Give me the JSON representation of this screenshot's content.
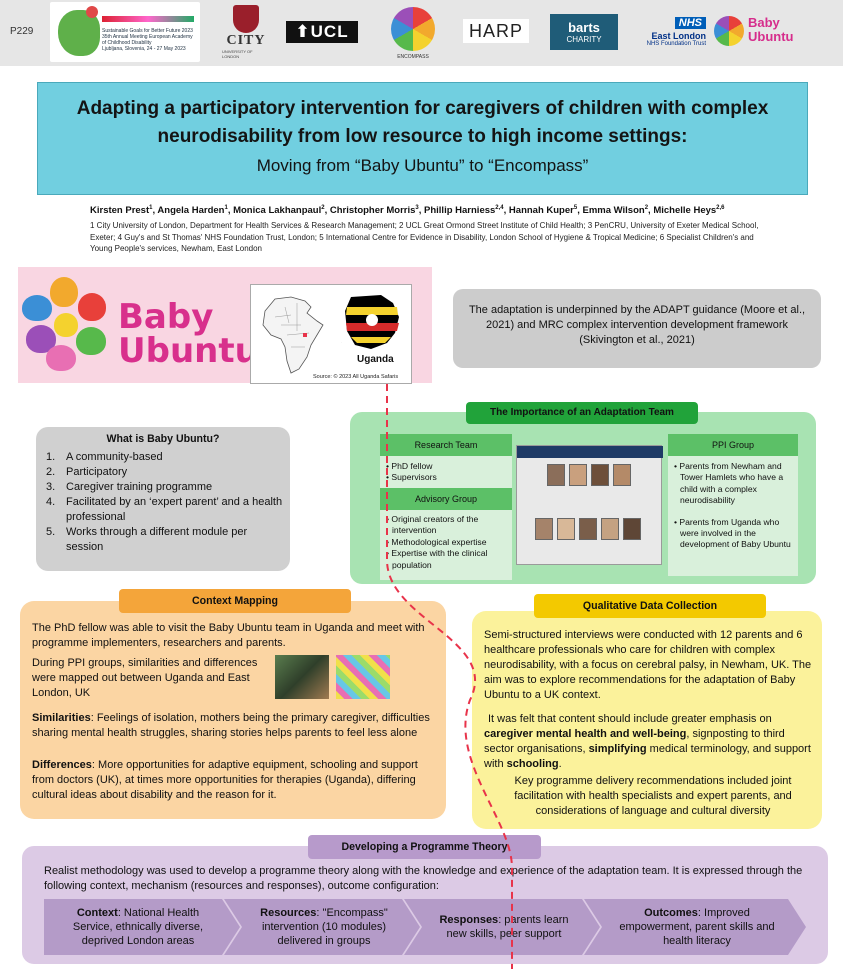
{
  "poster_id": "P229",
  "logos": {
    "eacd": {
      "title": "Sustainable Goals for Better Future",
      "year": "2023",
      "subtitle": "35th Annual Meeting European Academy of Childhood Disability",
      "place": "Ljubljana, Slovenia, 24 - 27 May 2023"
    },
    "city": {
      "name": "CITY",
      "sub": "UNIVERSITY OF LONDON"
    },
    "ucl": "⬆UCL",
    "encompass": "ENCOMPASS",
    "harp": "HARP",
    "barts": {
      "name": "barts",
      "sub": "CHARITY"
    },
    "nhs": {
      "badge": "NHS",
      "line1": "East London",
      "line2": "NHS Foundation Trust"
    },
    "baby_ubuntu": "Baby Ubuntu"
  },
  "title": {
    "main": "Adapting a participatory intervention for caregivers of children with complex neurodisability from low resource to high income settings:",
    "sub": "Moving from “Baby Ubuntu” to “Encompass”"
  },
  "authors": [
    {
      "name": "Kirsten Prest",
      "sup": "1"
    },
    {
      "name": "Angela Harden",
      "sup": "1"
    },
    {
      "name": "Monica Lakhanpaul",
      "sup": "2"
    },
    {
      "name": "Christopher Morris",
      "sup": "3"
    },
    {
      "name": "Phillip Harniess",
      "sup": "2,4"
    },
    {
      "name": "Hannah Kuper",
      "sup": "5"
    },
    {
      "name": "Emma Wilson",
      "sup": "2"
    },
    {
      "name": "Michelle Heys",
      "sup": "2,6"
    }
  ],
  "affiliations": "1 City University of London, Department for Health Services & Research Management; 2 UCL Great Ormond Street Institute of Child Health; 3 PenCRU, University of Exeter Medical School, Exeter; 4 Guy's and St Thomas' NHS Foundation Trust, London; 5 International Centre for Evidence in Disability, London School of Hygiene & Tropical Medicine; 6 Specialist Children's and Young People's services, Newham, East London",
  "banner": {
    "word_line1": "Baby",
    "word_line2": "Ubuntu",
    "map_label": "Uganda",
    "map_source": "Source: © 2023 All Uganda Safaris"
  },
  "adapt_text": "The adaptation is underpinned by the ADAPT guidance (Moore et al., 2021) and MRC complex intervention development framework (Skivington et al., 2021)",
  "what": {
    "title": "What is Baby Ubuntu?",
    "items": [
      "A community-based",
      "Participatory",
      "Caregiver training programme",
      "Facilitated by an ‘expert parent’ and a health professional",
      "Works through a different module per session"
    ]
  },
  "team": {
    "title": "The Importance of an Adaptation Team",
    "research_head": "Research Team",
    "research_items": [
      "PhD fellow",
      "Supervisors"
    ],
    "advisory_head": "Advisory Group",
    "advisory_items": [
      "Original creators of the intervention",
      "Methodological expertise",
      "Expertise with the clinical population"
    ],
    "ppi_head": "PPI Group",
    "ppi_items": [
      "Parents from Newham and Tower Hamlets who have a child with a complex neurodisability",
      "Parents from Uganda who were involved in the development of Baby Ubuntu"
    ]
  },
  "context": {
    "title": "Context Mapping",
    "p1": "The PhD fellow was able to visit the Baby Ubuntu team in Uganda and meet with programme implementers, researchers and parents.",
    "p2": "During PPI groups, similarities and differences were mapped out between Uganda and East London, UK",
    "sim_label": "Similarities",
    "sim_text": ": Feelings of isolation, mothers being the primary caregiver, difficulties sharing mental health struggles, sharing stories helps parents to feel less alone",
    "diff_label": "Differences",
    "diff_text": ": More opportunities for adaptive equipment, schooling and support from doctors (UK), at times more opportunities for therapies (Uganda), differing cultural ideas about disability and the reason for it."
  },
  "qualitative": {
    "title": "Qualitative Data Collection",
    "p1": "Semi-structured interviews were conducted with 12 parents and 6 healthcare professionals who care for children with complex neurodisability, with a focus on cerebral palsy, in Newham, UK. The aim was to explore recommendations for the adaptation of Baby Ubuntu to a UK context.",
    "p2a": "It was felt that content should include greater emphasis on ",
    "p2b": "caregiver mental health and well-being",
    "p2c": ", signposting to third sector organisations, ",
    "p2d": "simplifying",
    "p2e": " medical terminology, and support with ",
    "p2f": "schooling",
    "p2g": ".",
    "p3": "Key programme delivery recommendations included joint facilitation with health specialists and expert parents, and considerations of language and cultural diversity"
  },
  "theory": {
    "title": "Developing a Programme Theory",
    "text": "Realist methodology was used to develop a programme theory along with the knowledge and experience of the adaptation team. It is expressed through the  following context, mechanism (resources and responses), outcome configuration:",
    "steps": [
      {
        "label": "Context",
        "text": ": National Health Service, ethnically diverse, deprived London areas"
      },
      {
        "label": "Resources",
        "text": ": \"Encompass\" intervention (10 modules) delivered in groups"
      },
      {
        "label": "Responses",
        "text": ": parents learn new skills, peer support"
      },
      {
        "label": "Outcomes",
        "text": ": Improved empowerment, parent skills and health literacy"
      }
    ]
  },
  "colors": {
    "title_bg": "#71cfe0",
    "team_green": "#21a33a",
    "context_orange": "#f4a53a",
    "qual_yellow": "#f3c900",
    "theory_purple": "#b79acb",
    "connector_red": "#e8334a"
  }
}
